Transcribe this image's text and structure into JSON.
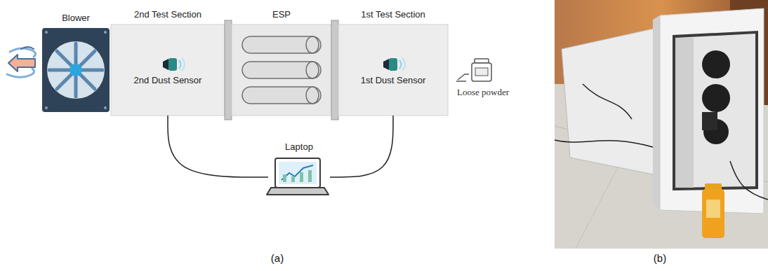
{
  "diagram": {
    "nodes": [
      {
        "text": [
          "Blower"
        ]
      },
      {
        "text": [
          "2nd Test Section",
          "2nd Dust Sensor"
        ]
      },
      {
        "text": [
          "ESP"
        ]
      },
      {
        "text": [
          "1st Test Section",
          "1st Dust Sensor"
        ]
      },
      {
        "text": [
          "Loose powder"
        ]
      },
      {
        "text": [
          "Laptop"
        ]
      }
    ],
    "edges": [
      {
        "from": 1,
        "to": 5,
        "arrow": "none"
      },
      {
        "from": 3,
        "to": 5,
        "arrow": "none"
      }
    ],
    "labels": [
      "(a)",
      "(b)"
    ]
  }
}
